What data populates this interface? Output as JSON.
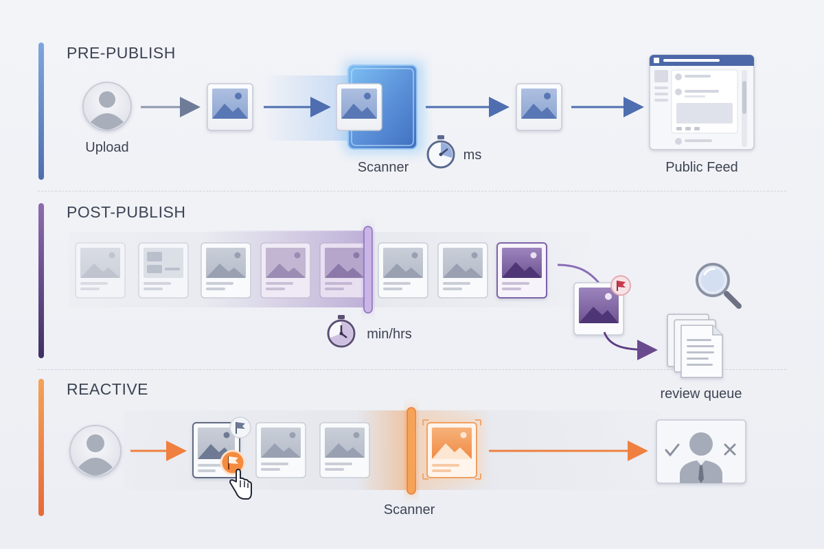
{
  "sections": {
    "pre_publish": {
      "title": "PRE-PUBLISH",
      "upload_label": "Upload",
      "scanner_label": "Scanner",
      "time_label": "ms",
      "feed_label": "Public Feed",
      "accent": "#5a7fc0"
    },
    "post_publish": {
      "title": "POST-PUBLISH",
      "time_label": "min/hrs",
      "queue_label": "review queue",
      "accent": "#6a4a8e"
    },
    "reactive": {
      "title": "REACTIVE",
      "scanner_label": "Scanner",
      "accent": "#f08a3a"
    }
  }
}
